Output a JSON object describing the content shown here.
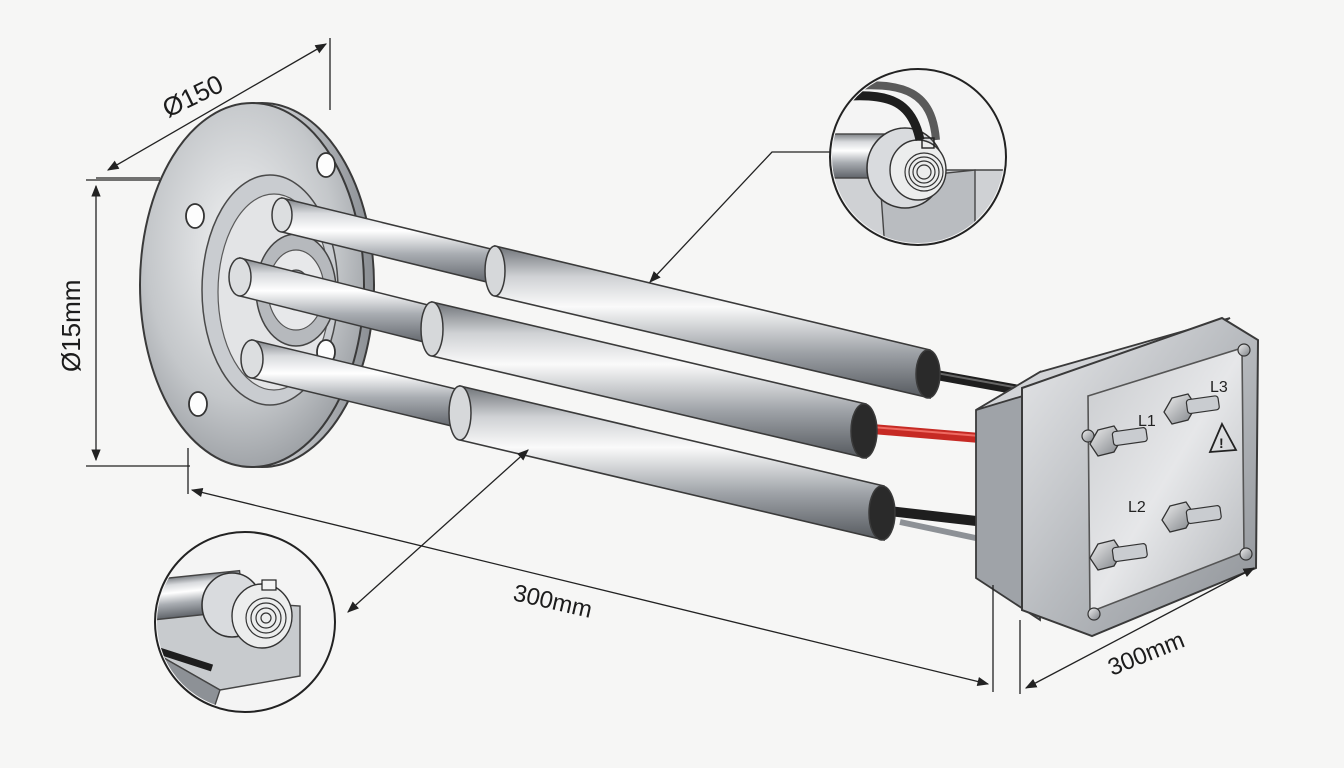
{
  "dimensions": {
    "flange_diameter": "Ø150",
    "element_diameter": "Ø15mm",
    "element_length": "300mm",
    "box_width": "300mm"
  },
  "terminals": {
    "l1": "L1",
    "l2": "L2",
    "l3": "L3"
  },
  "warning_symbol": "!",
  "colors": {
    "wire_red": "#c62a24",
    "wire_black": "#1e1e1e",
    "steel": "#b9bcc0",
    "outline": "#3a3a3a"
  }
}
